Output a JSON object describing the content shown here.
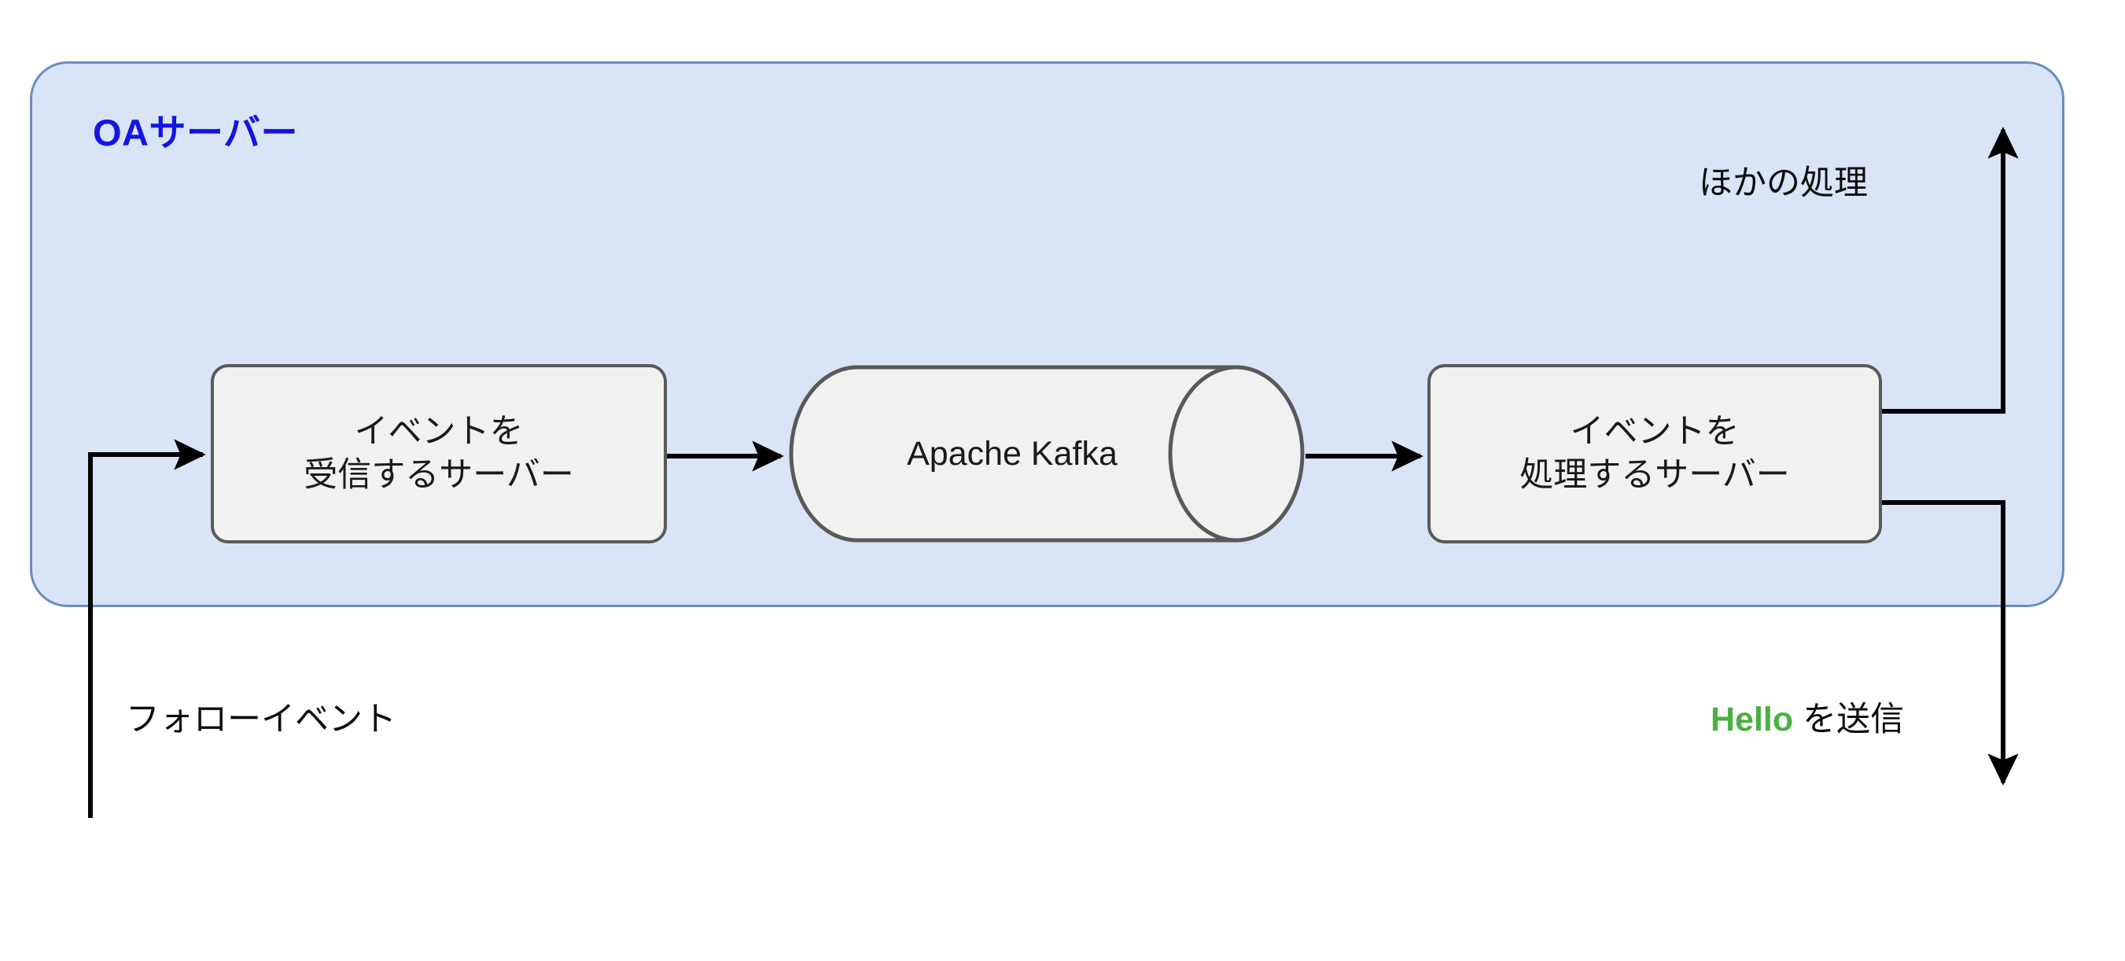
{
  "diagram": {
    "title": "OAサーバー",
    "title_color": "#1414e6",
    "container_fill": "#d9e4f7",
    "container_stroke": "#6b8bc0",
    "node_fill": "#f1f1f1",
    "node_stroke": "#595959",
    "wire_color": "#000000"
  },
  "nodes": {
    "receive_server": "イベントを\n受信するサーバー",
    "kafka": "Apache Kafka",
    "process_server": "イベントを\n処理するサーバー"
  },
  "labels": {
    "other_process": "ほかの処理",
    "follow_event": "フォローイベント",
    "send_hello_accent": "Hello",
    "send_hello_rest": " を送信",
    "accent_color": "#4caf42"
  }
}
